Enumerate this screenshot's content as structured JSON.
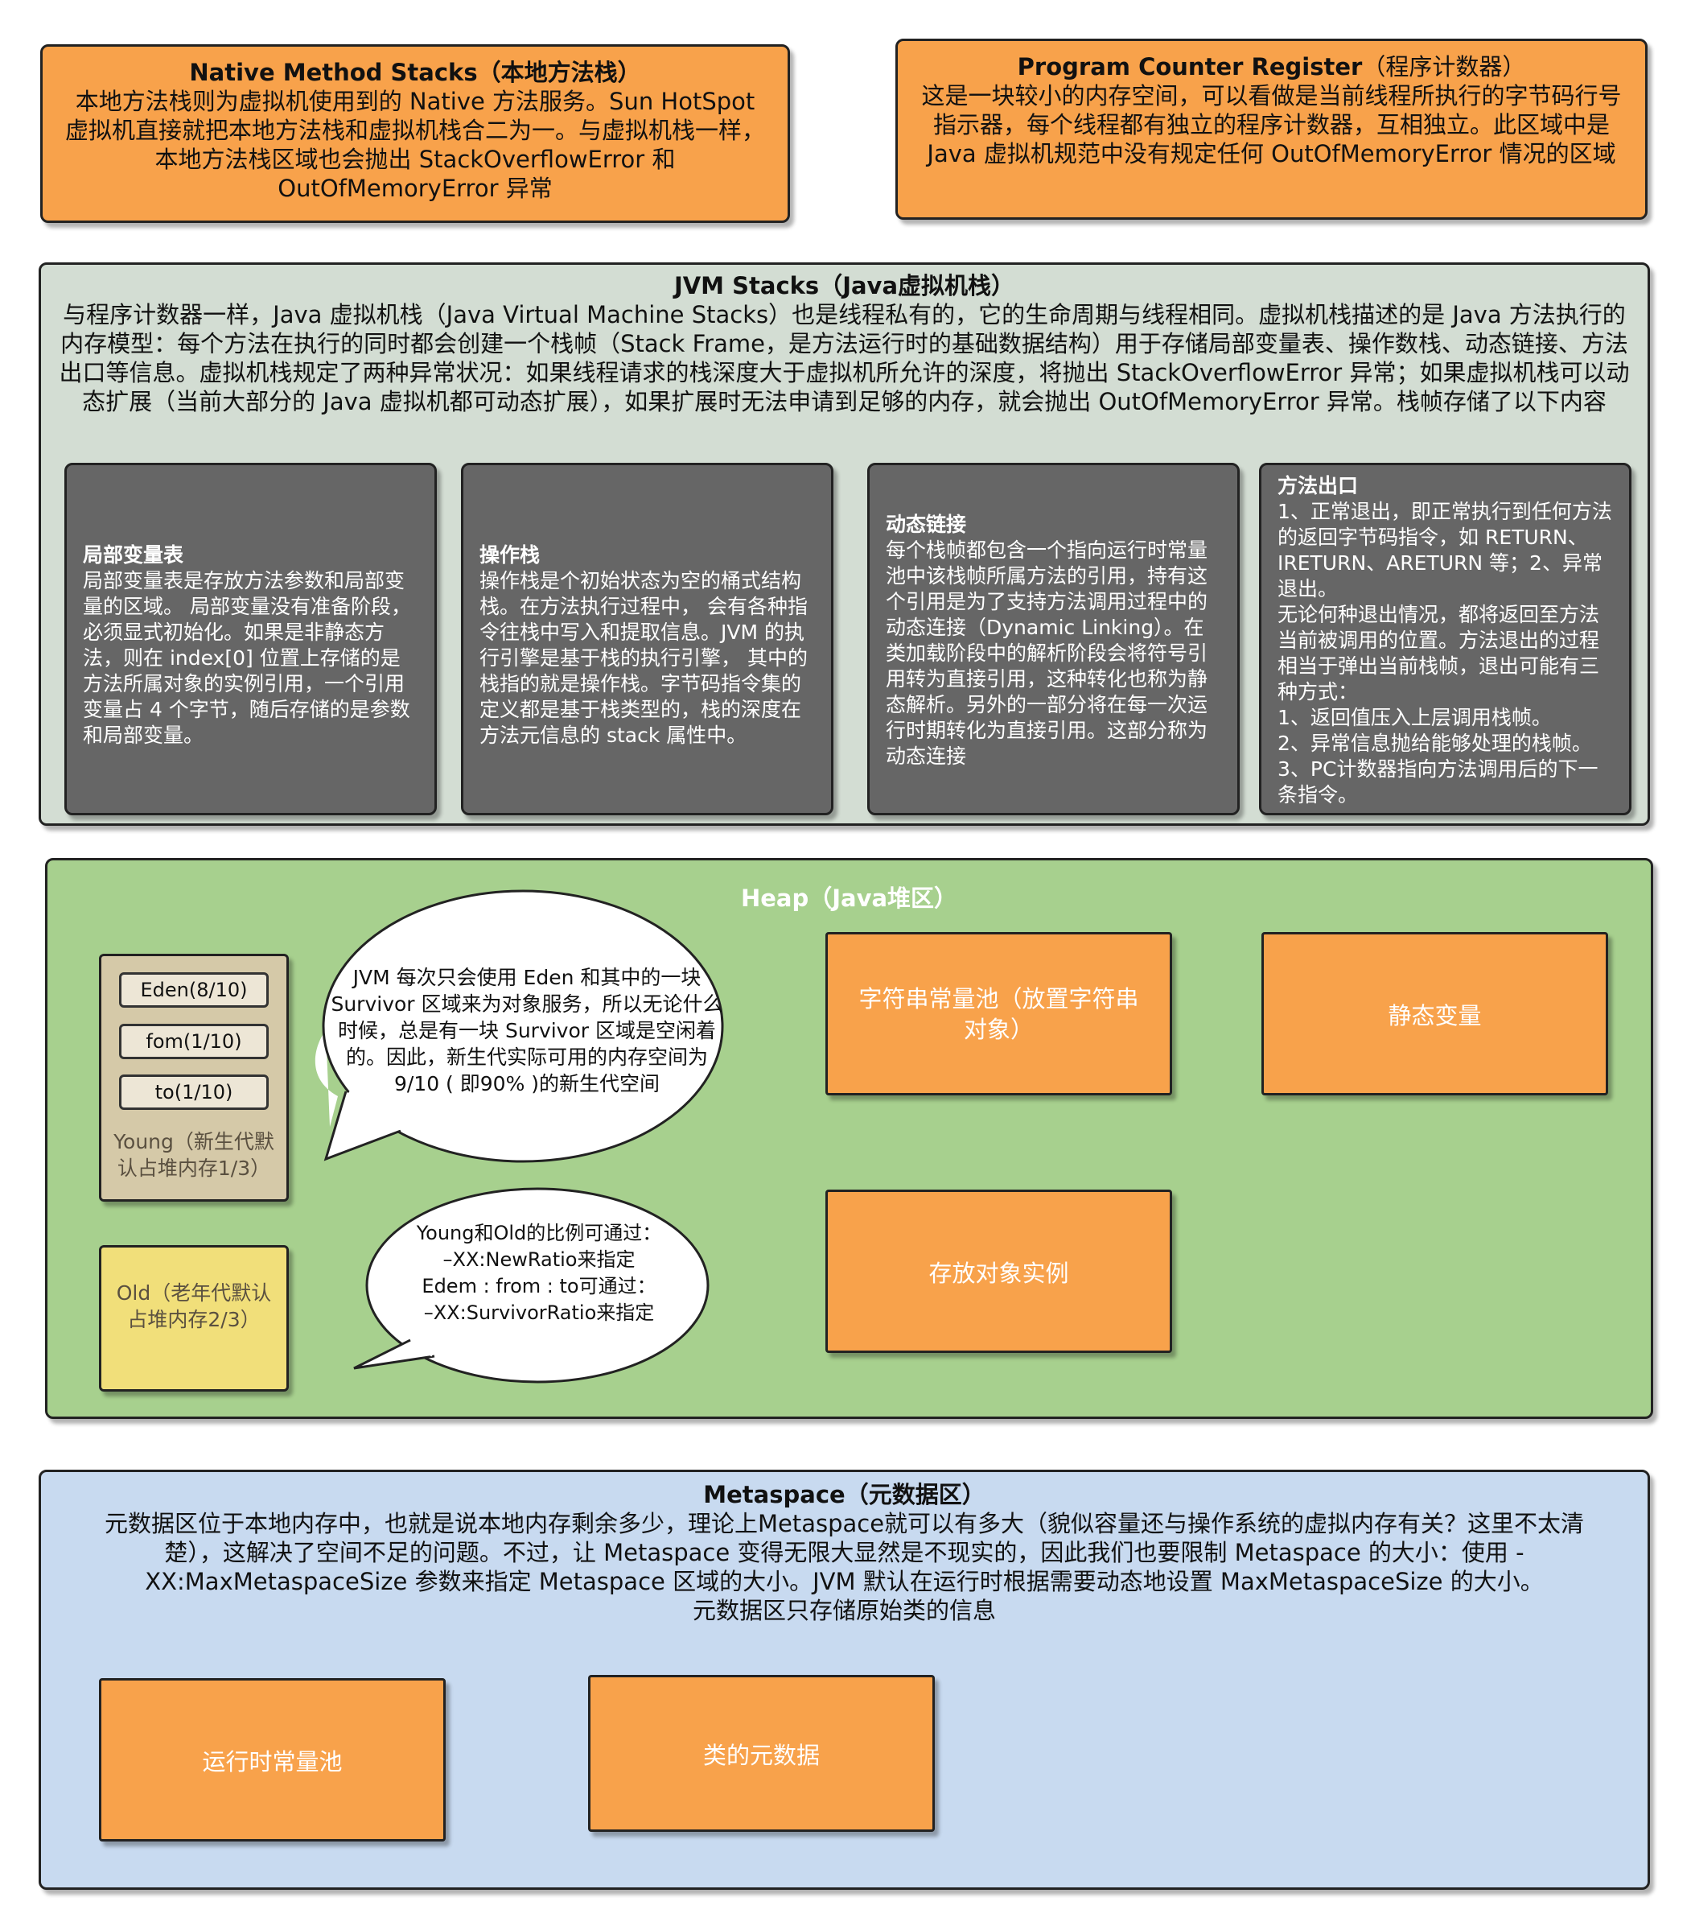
{
  "native": {
    "title": "Native Method Stacks（本地方法栈）",
    "body": "本地方法栈则为虚拟机使用到的 Native 方法服务。Sun HotSpot 虚拟机直接就把本地方法栈和虚拟机栈合二为一。与虚拟机栈一样，本地方法栈区域也会抛出 StackOverflowError 和 OutOfMemoryError 异常"
  },
  "pc": {
    "title": "Program Counter Register",
    "title_suffix": "（程序计数器）",
    "body": "这是一块较小的内存空间，可以看做是当前线程所执行的字节码行号指示器，每个线程都有独立的程序计数器，互相独立。此区域中是Java 虚拟机规范中没有规定任何 OutOfMemoryError 情况的区域"
  },
  "jvm": {
    "title": "JVM Stacks（Java虚拟机栈）",
    "body": "与程序计数器一样，Java 虚拟机栈（Java Virtual Machine Stacks）也是线程私有的，它的生命周期与线程相同。虚拟机栈描述的是 Java 方法执行的内存模型：每个方法在执行的同时都会创建一个栈帧（Stack Frame，是方法运行时的基础数据结构）用于存储局部变量表、操作数栈、动态链接、方法出口等信息。虚拟机栈规定了两种异常状况：如果线程请求的栈深度大于虚拟机所允许的深度，将抛出 StackOverflowError 异常；如果虚拟机栈可以动态扩展（当前大部分的 Java 虚拟机都可动态扩展），如果扩展时无法申请到足够的内存，就会抛出 OutOfMemoryError 异常。栈帧存储了以下内容",
    "cards": [
      {
        "title": "局部变量表",
        "body": "局部变量表是存放方法参数和局部变量的区域。 局部变量没有准备阶段， 必须显式初始化。如果是非静态方法，则在 index[0] 位置上存储的是方法所属对象的实例引用，一个引用变量占 4 个字节，随后存储的是参数和局部变量。"
      },
      {
        "title": "操作栈",
        "body": "操作栈是个初始状态为空的桶式结构栈。在方法执行过程中， 会有各种指令往栈中写入和提取信息。JVM 的执行引擎是基于栈的执行引擎， 其中的栈指的就是操作栈。字节码指令集的定义都是基于栈类型的，栈的深度在方法元信息的 stack 属性中。"
      },
      {
        "title": "动态链接",
        "body": "每个栈帧都包含一个指向运行时常量池中该栈帧所属方法的引用，持有这个引用是为了支持方法调用过程中的动态连接（Dynamic Linking）。在类加载阶段中的解析阶段会将符号引用转为直接引用，这种转化也称为静态解析。另外的一部分将在每一次运行时期转化为直接引用。这部分称为动态连接"
      },
      {
        "title": "方法出口",
        "body": "1、正常退出，即正常执行到任何方法的返回字节码指令，如 RETURN、IRETURN、ARETURN 等；2、异常退出。\n无论何种退出情况，都将返回至方法当前被调用的位置。方法退出的过程相当于弹出当前栈帧，退出可能有三种方式：\n1、返回值压入上层调用栈帧。\n2、异常信息抛给能够处理的栈帧。\n3、PC计数器指向方法调用后的下一条指令。"
      }
    ]
  },
  "heap": {
    "title": "Heap（Java堆区）",
    "eden": "Eden(8/10)",
    "from": "fom(1/10)",
    "to": "to(1/10)",
    "young": "Young（新生代默认占堆内存1/3）",
    "old": "Old（老年代默认占堆内存2/3）",
    "bubble1": "JVM 每次只会使用 Eden 和其中的一块 Survivor 区域来为对象服务，所以无论什么时候，总是有一块 Survivor 区域是空闲着的。因此，新生代实际可用的内存空间为 9/10 ( 即90% )的新生代空间",
    "bubble2_lines": [
      "Young和Old的比例可通过：",
      "–XX:NewRatio来指定",
      "Edem : from : to可通过：",
      "–XX:SurvivorRatio来指定"
    ],
    "string_pool": "字符串常量池（放置字符串对象）",
    "static_vars": "静态变量",
    "instances": "存放对象实例"
  },
  "meta": {
    "title": "Metaspace（元数据区）",
    "body": "元数据区位于本地内存中，也就是说本地内存剩余多少，理论上Metaspace就可以有多大（貌似容量还与操作系统的虚拟内存有关？这里不太清楚），这解决了空间不足的问题。不过，让 Metaspace 变得无限大显然是不现实的，因此我们也要限制 Metaspace 的大小：使用 -XX:MaxMetaspaceSize 参数来指定 Metaspace 区域的大小。JVM 默认在运行时根据需要动态地设置 MaxMetaspaceSize 的大小。",
    "body2": "元数据区只存储原始类的信息",
    "runtime_pool": "运行时常量池",
    "class_meta": "类的元数据"
  },
  "colors": {
    "orange": "#f8a24b",
    "grey_pane": "#d3ddd3",
    "dark_card": "#666666",
    "heap_green": "#a7d08e",
    "meta_blue": "#c8daf0",
    "young_tan": "#d5c9a8",
    "old_yellow": "#f1df7a"
  }
}
